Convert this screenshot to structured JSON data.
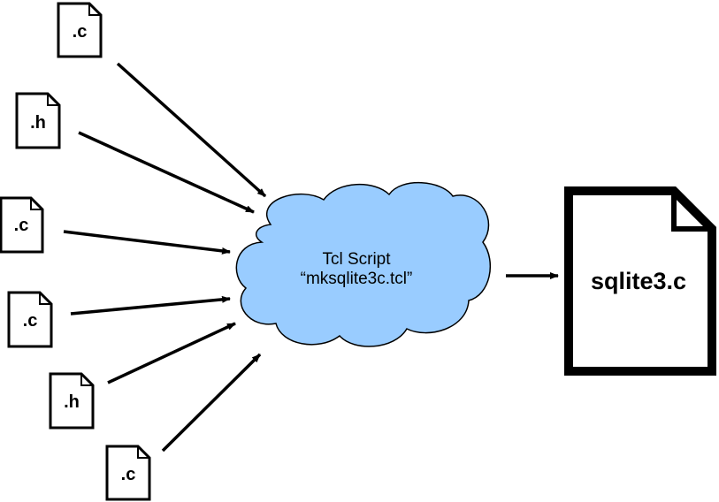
{
  "inputs": [
    {
      "ext": ".c"
    },
    {
      "ext": ".h"
    },
    {
      "ext": ".c"
    },
    {
      "ext": ".c"
    },
    {
      "ext": ".h"
    },
    {
      "ext": ".c"
    }
  ],
  "processor": {
    "line1": "Tcl Script",
    "line2": "“mksqlite3c.tcl”"
  },
  "output": {
    "filename": "sqlite3.c"
  },
  "colors": {
    "cloud_fill": "#99ccff",
    "stroke": "#000000",
    "background": "#ffffff"
  }
}
